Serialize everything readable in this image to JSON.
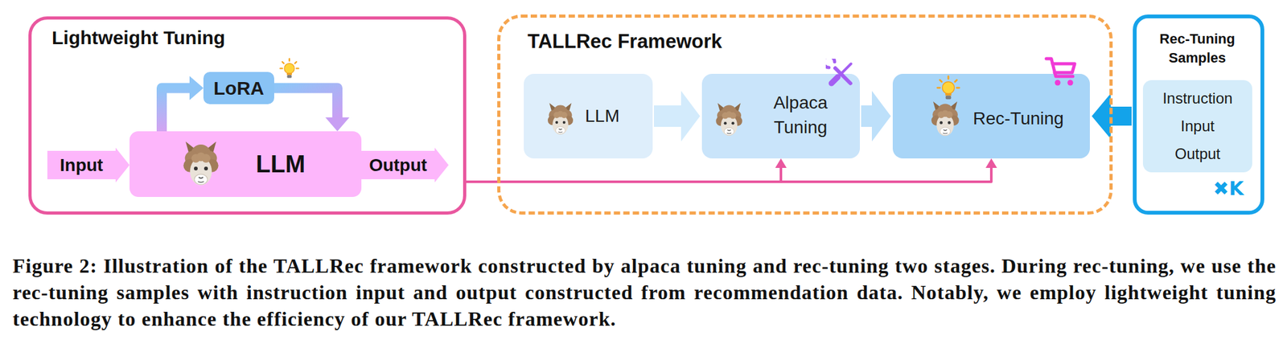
{
  "diagram": {
    "caption": "Figure 2: Illustration of the TALLRec framework constructed by alpaca tuning and rec-tuning two stages. During rec-tuning, we use the rec-tuning samples with instruction input and output constructed from recommendation data. Notably, we employ lightweight tuning technology to enhance the efficiency of our TALLRec framework.",
    "nodes": [
      {
        "text": [
          "Lightweight Tuning"
        ]
      },
      {
        "text": [
          "LoRA"
        ],
        "in": 0
      },
      {
        "text": [
          "LLM"
        ],
        "in": 0
      },
      {
        "text": [
          "Input"
        ],
        "in": 0
      },
      {
        "text": [
          "Output"
        ],
        "in": 0
      },
      {
        "text": [
          "TALLRec Framework"
        ]
      },
      {
        "text": [
          "LLM"
        ],
        "in": 5
      },
      {
        "text": [
          "Alpaca Tuning"
        ],
        "in": 5
      },
      {
        "text": [
          "Rec-Tuning"
        ],
        "in": 5
      },
      {
        "text": [
          "Rec-Tuning Samples",
          "✖K"
        ]
      },
      {
        "text": [
          "Instruction",
          "Input",
          "Output"
        ],
        "in": 9
      }
    ],
    "edges": [
      {
        "from": 2,
        "to": 1,
        "arrow": "to"
      },
      {
        "from": 1,
        "to": 2,
        "arrow": "to"
      },
      {
        "from": 6,
        "to": 7,
        "arrow": "to"
      },
      {
        "from": 7,
        "to": 8,
        "arrow": "to"
      },
      {
        "from": 0,
        "to": 7,
        "arrow": "to"
      },
      {
        "from": 0,
        "to": 8,
        "arrow": "to"
      },
      {
        "from": 9,
        "to": 8,
        "arrow": "to"
      }
    ]
  }
}
